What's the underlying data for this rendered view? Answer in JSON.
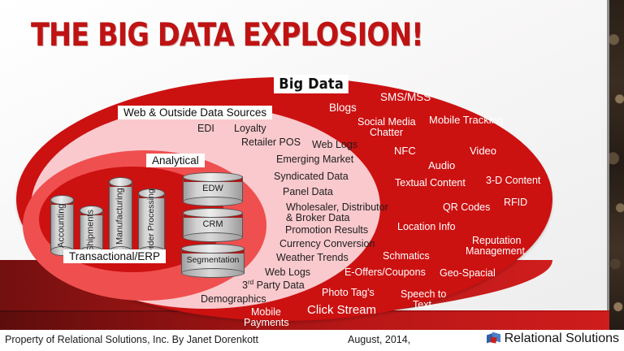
{
  "slide": {
    "title": "THE BIG DATA EXPLOSION!"
  },
  "labels": {
    "big_data": "Big Data",
    "web_outside": "Web & Outside Data Sources",
    "analytical": "Analytical",
    "transactional_erp": "Transactional/ERP"
  },
  "cylinders": {
    "transactional": [
      {
        "label": "Accounting"
      },
      {
        "label": "Shipments"
      },
      {
        "label": "Manufacturing"
      },
      {
        "label": "Order Processing"
      }
    ],
    "analytical": [
      {
        "label": "EDW"
      },
      {
        "label": "CRM"
      },
      {
        "label": "Segmentation"
      }
    ]
  },
  "words": {
    "web_outside_zone": [
      {
        "text": "EDI"
      },
      {
        "text": "Loyalty"
      },
      {
        "text": "Retailer POS"
      },
      {
        "text": "Web Logs"
      },
      {
        "text": "Emerging Market"
      },
      {
        "text": "Syndicated Data"
      },
      {
        "text": "Panel Data"
      },
      {
        "text": "Wholesaler, Distributor"
      },
      {
        "text": "& Broker Data"
      },
      {
        "text": "Promotion Results"
      },
      {
        "text": "Currency Conversion"
      },
      {
        "text": "Weather Trends"
      },
      {
        "text": "Web Logs"
      },
      {
        "text": "3rd Party Data"
      },
      {
        "text": "Demographics"
      }
    ],
    "big_data_zone": [
      {
        "text": "Blogs"
      },
      {
        "text": "SMS/MSS"
      },
      {
        "text": "Social Media"
      },
      {
        "text": "Chatter"
      },
      {
        "text": "Mobile Tracking"
      },
      {
        "text": "NFC"
      },
      {
        "text": "Video"
      },
      {
        "text": "Audio"
      },
      {
        "text": "Textual Content"
      },
      {
        "text": "3-D Content"
      },
      {
        "text": "QR Codes"
      },
      {
        "text": "RFID"
      },
      {
        "text": "Location Info"
      },
      {
        "text": "Reputation"
      },
      {
        "text": "Management"
      },
      {
        "text": "Schmatics"
      },
      {
        "text": "Geo-Spacial"
      },
      {
        "text": "E-Offers/Coupons"
      },
      {
        "text": "Photo Tag's"
      },
      {
        "text": "Speech to"
      },
      {
        "text": "Text"
      },
      {
        "text": "Click Stream"
      },
      {
        "text": "Mobile"
      },
      {
        "text": "Payments"
      }
    ]
  },
  "footer": {
    "credit": "Property of Relational Solutions, Inc. By Janet Dorenkott",
    "date": "August, 2014,",
    "logo_text": "Relational Solutions"
  }
}
